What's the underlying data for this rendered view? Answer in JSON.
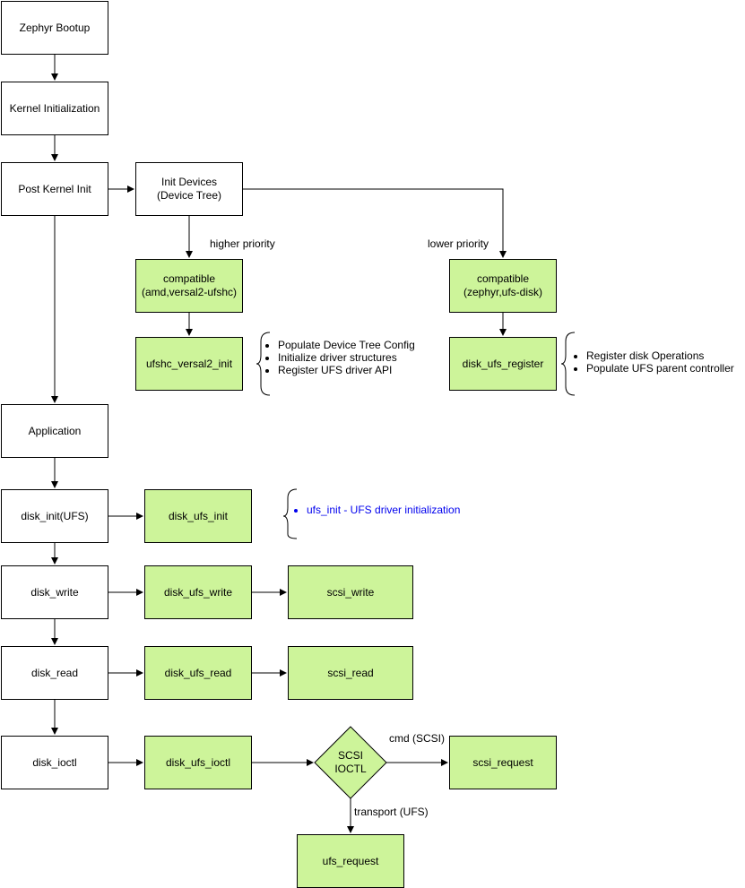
{
  "nodes": {
    "zephyr_bootup": "Zephyr Bootup",
    "kernel_init": "Kernel Initialization",
    "post_kernel_init": "Post Kernel Init",
    "init_devices": "Init Devices\n(Device Tree)",
    "compatible_hc": "compatible\n(amd,versal2-ufshc)",
    "compatible_disk": "compatible\n(zephyr,ufs-disk)",
    "ufshc_init": "ufshc_versal2_init",
    "disk_register": "disk_ufs_register",
    "application": "Application",
    "disk_init": "disk_init(UFS)",
    "disk_ufs_init": "disk_ufs_init",
    "disk_write": "disk_write",
    "disk_ufs_write": "disk_ufs_write",
    "scsi_write": "scsi_write",
    "disk_read": "disk_read",
    "disk_ufs_read": "disk_ufs_read",
    "scsi_read": "scsi_read",
    "disk_ioctl": "disk_ioctl",
    "disk_ufs_ioctl": "disk_ufs_ioctl",
    "decision": "SCSI\nIOCTL",
    "scsi_request": "scsi_request",
    "ufs_request": "ufs_request"
  },
  "labels": {
    "higher_priority": "higher priority",
    "lower_priority": "lower priority",
    "cmd_scsi": "cmd (SCSI)",
    "transport_ufs": "transport (UFS)"
  },
  "notes": {
    "ufshc": [
      "Populate Device Tree Config",
      "Initialize driver structures",
      "Register UFS driver API"
    ],
    "disk": [
      "Register disk Operations",
      "Populate UFS parent controller"
    ],
    "init": [
      "ufs_init - UFS driver initialization"
    ]
  },
  "colors": {
    "green_fill": "#cdf49a",
    "note_blue": "#0000ee",
    "stroke": "#000000"
  }
}
